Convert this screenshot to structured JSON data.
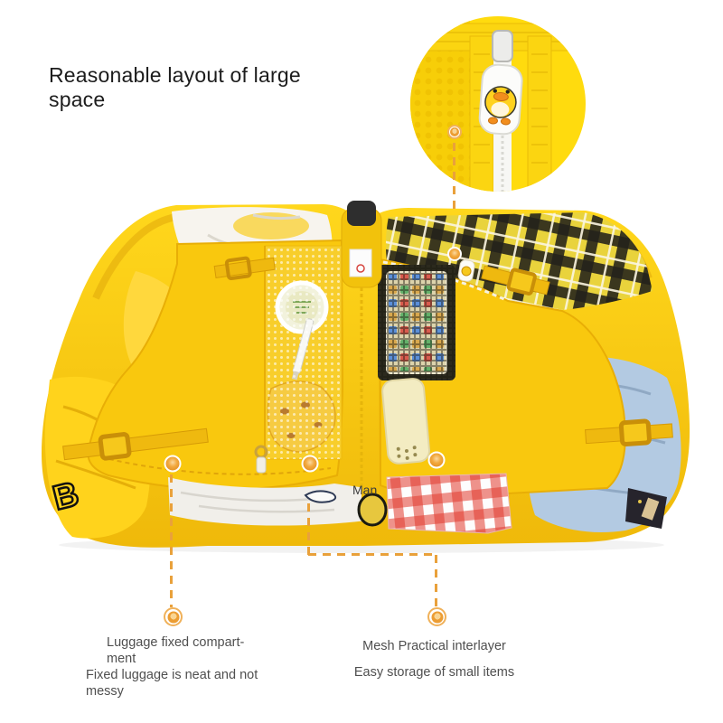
{
  "title": "Reasonable layout of large space",
  "photo": {
    "tag_label": "Man"
  },
  "callouts": {
    "left": {
      "title_lines": [
        "Luggage fixed compart-",
        "ment"
      ],
      "desc_lines": [
        "Fixed luggage is neat and not",
        "messy"
      ]
    },
    "right": {
      "line1": "Mesh Practical interlayer",
      "line2": "Easy storage of small items"
    }
  },
  "colors": {
    "accent_orange": "#E9A13B",
    "text_dark": "#1C1C1C",
    "text_gray": "#4F4F4F",
    "shell_yellow": "#F7C50A",
    "bright_yellow": "#FFD900",
    "plaid_black": "#23211A",
    "gingham_red": "#E23A2E",
    "jeans_blue": "#B3CAE2"
  }
}
